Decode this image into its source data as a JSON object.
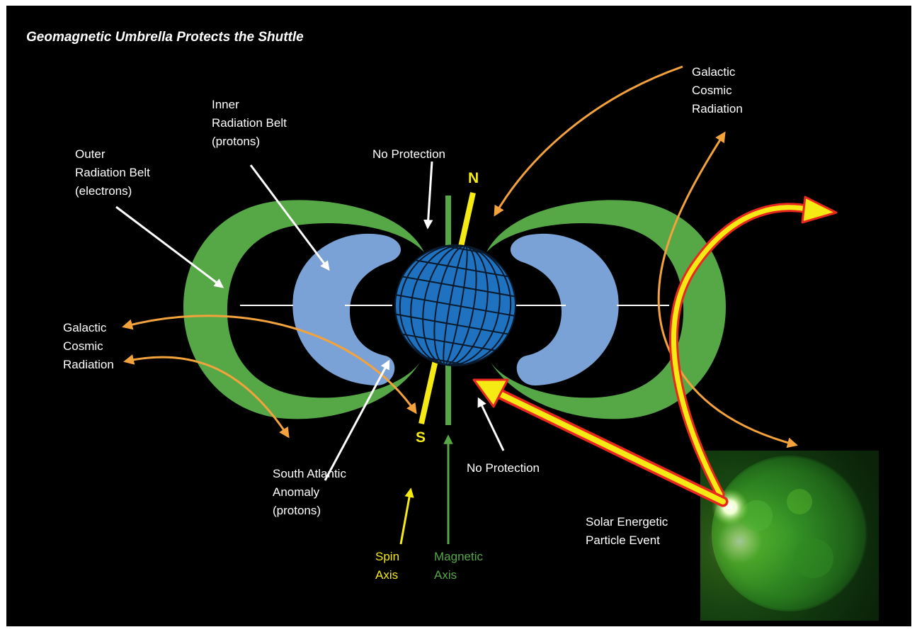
{
  "title": "Geomagnetic Umbrella Protects the Shuttle",
  "labels": {
    "outer_belt": "Outer\nRadiation Belt\n(electrons)",
    "inner_belt": "Inner\nRadiation Belt\n(protons)",
    "no_protection_top": "No Protection",
    "no_protection_bottom": "No Protection",
    "gcr_top_right": "Galactic\nCosmic\nRadiation",
    "gcr_left": "Galactic\nCosmic\nRadiation",
    "saa": "South Atlantic\nAnomaly\n(protons)",
    "spin_axis": "Spin\nAxis",
    "magnetic_axis": "Magnetic\nAxis",
    "sep": "Solar Energetic\nParticle Event",
    "north": "N",
    "south": "S"
  },
  "colors": {
    "background": "#000000",
    "outer_belt": "#56a847",
    "inner_belt": "#7ba2d6",
    "earth": "#1f72c0",
    "spin_axis": "#f5ea14",
    "magnetic_axis": "#56a847",
    "gcr_arrows": "#f3a23c",
    "sep_arrow_fill": "#f5ea14",
    "sep_arrow_outline": "#e8281e"
  }
}
